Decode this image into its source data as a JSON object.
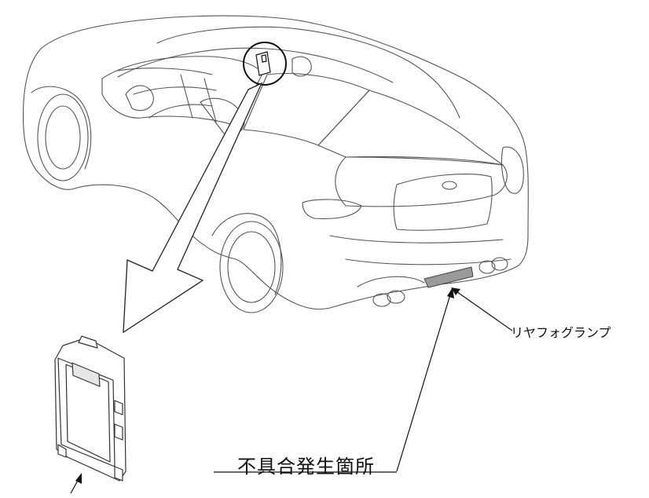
{
  "labels": {
    "rear_fog_lamp": "リヤフォグランプ",
    "defect_location": "不具合発生箇所"
  },
  "colors": {
    "line": "#555555",
    "faint_line": "#8a8a8a",
    "lamp_fill": "#9a9a9a",
    "text": "#111111"
  },
  "icons": {
    "car": "sports-coupe-rear-three-quarter",
    "module": "control-unit"
  }
}
